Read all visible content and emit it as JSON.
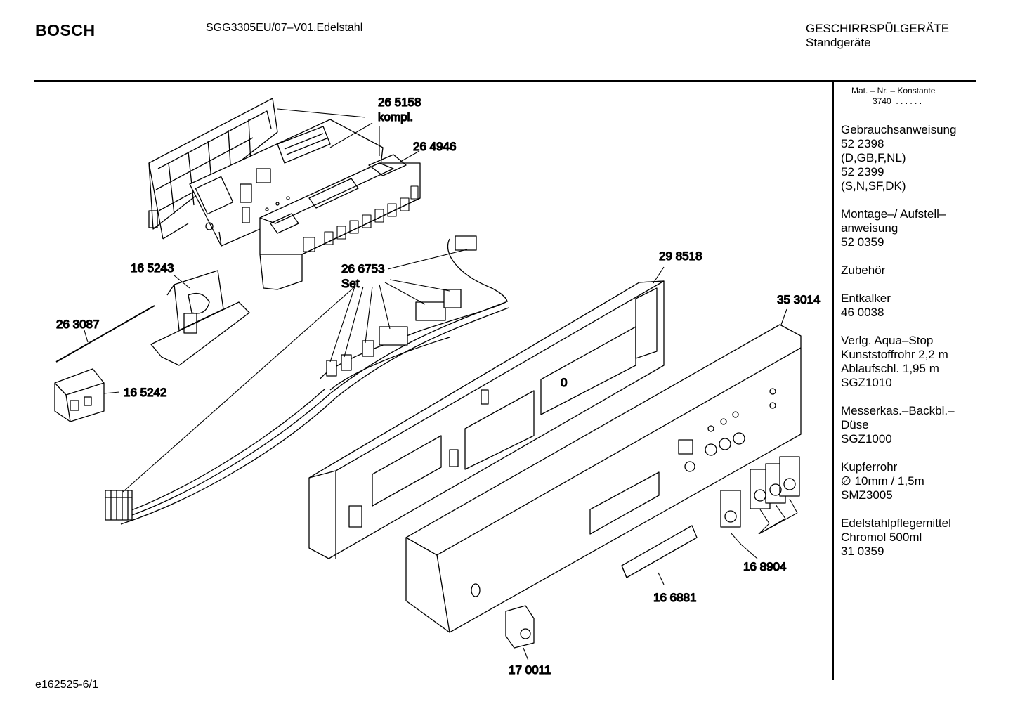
{
  "header": {
    "brand": "BOSCH",
    "model": "SGG3305EU/07–V01,Edelstahl",
    "category_line1": "GESCHIRRSPÜLGERÄTE",
    "category_line2": "Standgeräte"
  },
  "sidebar": {
    "mat_label": "Mat. – Nr. – Konstante",
    "mat_code": "3740",
    "mat_dots": ". .   . . . .",
    "groups": [
      [
        "Gebrauchsanweisung",
        "52 2398",
        "(D,GB,F,NL)",
        "52 2399",
        "(S,N,SF,DK)"
      ],
      [
        "Montage–/ Aufstell–",
        "anweisung",
        "52 0359"
      ],
      [
        "Zubehör"
      ],
      [
        "Entkalker",
        "46 0038"
      ],
      [
        "Verlg. Aqua–Stop",
        "Kunststoffrohr 2,2 m",
        "Ablaufschl. 1,95 m",
        "SGZ1010"
      ],
      [
        "Messerkas.–Backbl.–",
        "Düse",
        "SGZ1000"
      ],
      [
        "Kupferrohr",
        "∅ 10mm / 1,5m",
        "SMZ3005"
      ],
      [
        "Edelstahlpflegemittel",
        "Chromol 500ml",
        "31 0359"
      ]
    ]
  },
  "parts": {
    "p265158": "26 5158",
    "p265158_note": "kompl.",
    "p264946": "26 4946",
    "p165243": "16 5243",
    "p266753": "26 6753",
    "p266753_note": "Set",
    "p298518": "29 8518",
    "p353014": "35 3014",
    "p263087": "26 3087",
    "p165242": "16 5242",
    "p168904": "16 8904",
    "p166881": "16 6881",
    "p170011": "17 0011",
    "panel_mark": "0"
  },
  "footer": {
    "drawing_id": "e162525-6/1"
  }
}
